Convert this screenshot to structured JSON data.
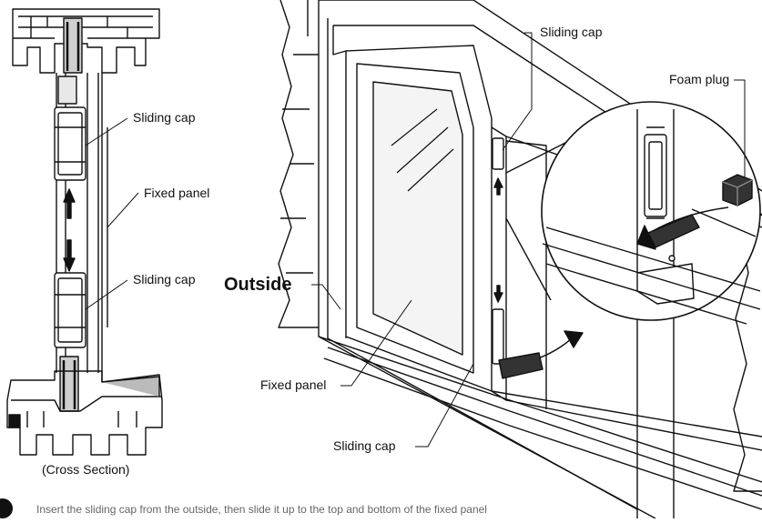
{
  "labels": {
    "sliding_cap_cs_top": "Sliding cap",
    "fixed_panel_cs": "Fixed panel",
    "sliding_cap_cs_bottom": "Sliding cap",
    "cross_section": "(Cross Section)",
    "outside": "Outside",
    "sliding_cap_top": "Sliding cap",
    "foam_plug": "Foam plug",
    "fixed_panel_main": "Fixed panel",
    "sliding_cap_bottom": "Sliding cap"
  },
  "footer_text": "Insert the sliding cap from the outside, then slide it up to the top and bottom of the fixed panel",
  "colors": {
    "ink": "#111111",
    "glass": "#f2f2f2",
    "frame": "#ffffff",
    "shade": "#cfcfcf"
  }
}
